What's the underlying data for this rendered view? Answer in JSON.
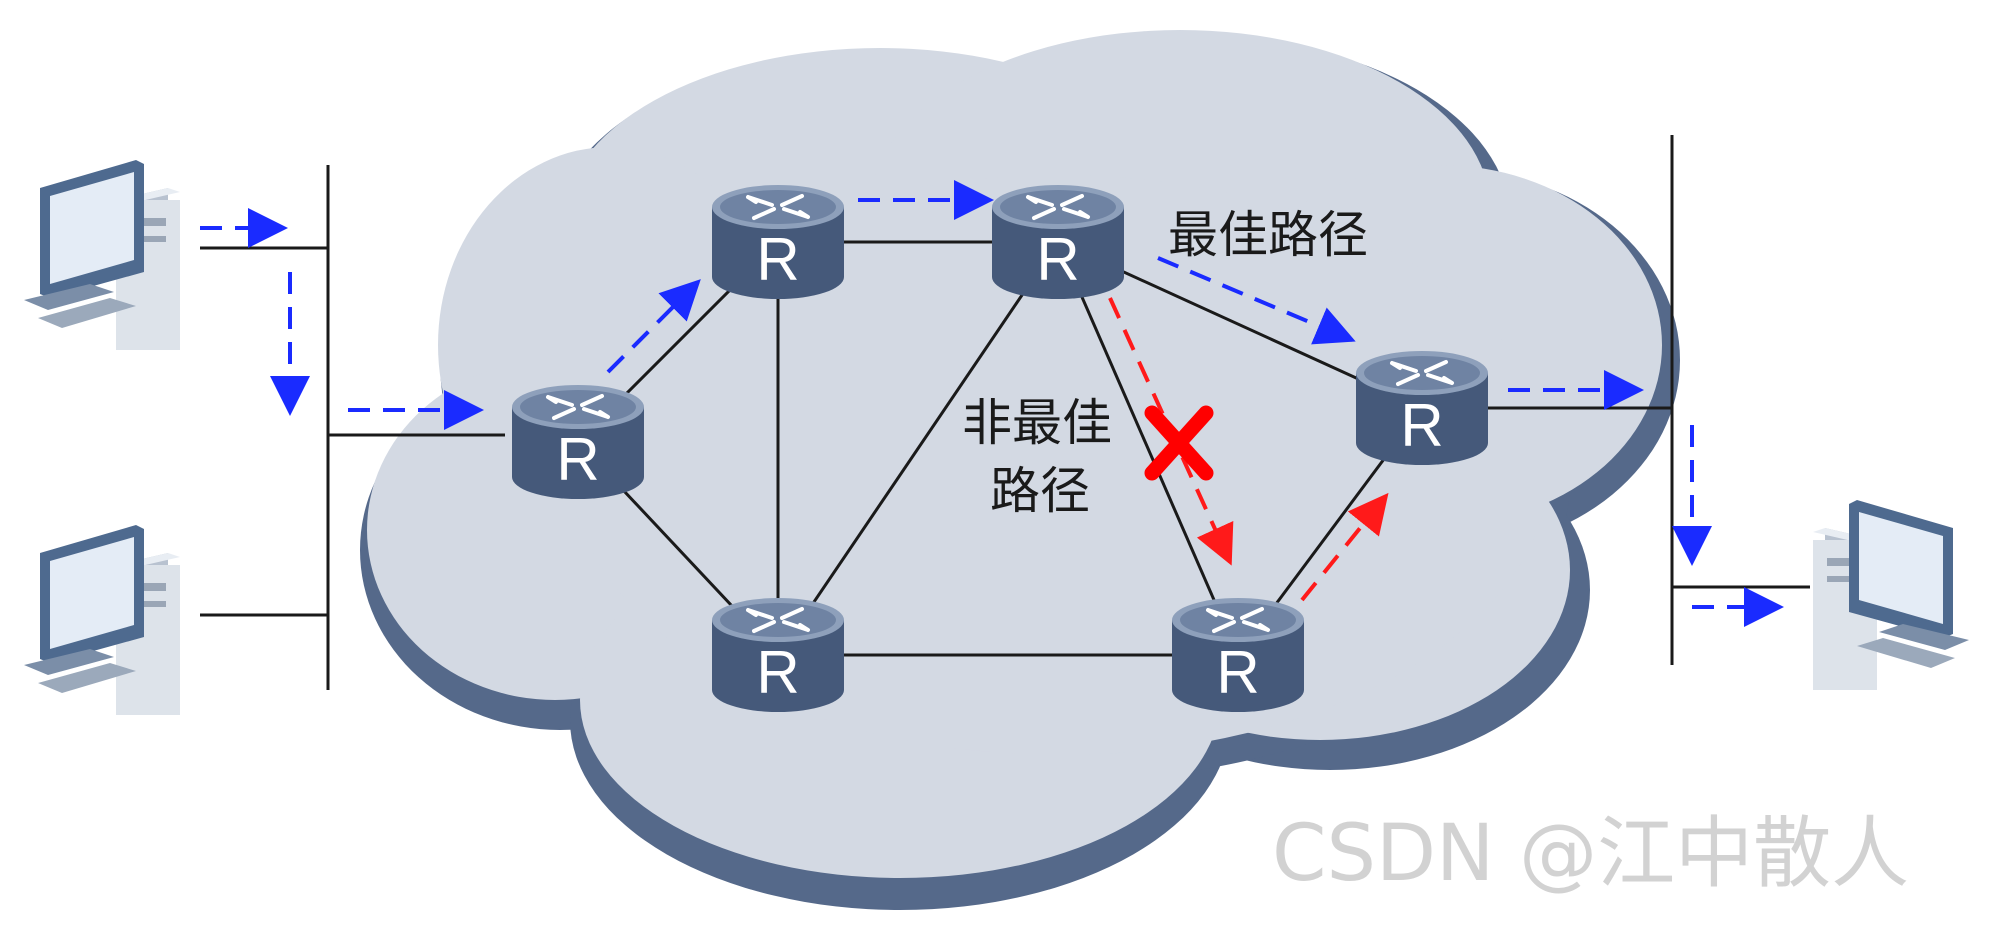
{
  "labels": {
    "best_path": "最佳路径",
    "non_best_path_line1": "非最佳",
    "non_best_path_line2": "路径",
    "router_letter": "R"
  },
  "watermark": "CSDN @江中散人",
  "colors": {
    "best_path_arrow": "#1a2bff",
    "non_best_path_arrow": "#ff1a1a",
    "cross_mark": "#ff0000",
    "cloud_fill": "#d3d9e3",
    "cloud_shadow": "#55698a",
    "router_body": "#45597a",
    "link_line": "#1a1a1a"
  },
  "icons": {
    "router": "router-icon",
    "host": "desktop-computer-icon",
    "blocked": "cross-mark-icon"
  }
}
